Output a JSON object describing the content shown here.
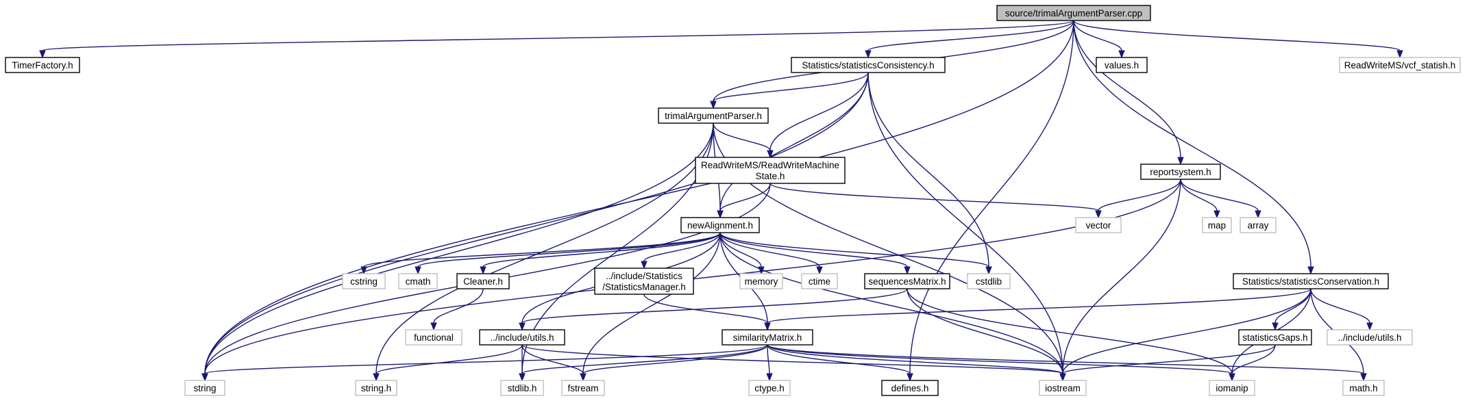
{
  "diagram": {
    "type": "include-dependency-graph",
    "colors": {
      "edge": "#191970",
      "root_fill": "#bfbfbf",
      "node_border": "#000000",
      "system_border": "#bfbfbf"
    },
    "nodes": [
      {
        "id": "root",
        "label": [
          "source/trimalArgumentParser.cpp"
        ],
        "kind": "root"
      },
      {
        "id": "timer",
        "label": [
          "TimerFactory.h"
        ],
        "kind": "std"
      },
      {
        "id": "statcons",
        "label": [
          "Statistics/statisticsConsistency.h"
        ],
        "kind": "std"
      },
      {
        "id": "values",
        "label": [
          "values.h"
        ],
        "kind": "std"
      },
      {
        "id": "vcf",
        "label": [
          "ReadWriteMS/vcf_statish.h"
        ],
        "kind": "sys"
      },
      {
        "id": "tap",
        "label": [
          "trimalArgumentParser.h"
        ],
        "kind": "std"
      },
      {
        "id": "rwms",
        "label": [
          "ReadWriteMS/ReadWriteMachine",
          "State.h"
        ],
        "kind": "std"
      },
      {
        "id": "report",
        "label": [
          "reportsystem.h"
        ],
        "kind": "std"
      },
      {
        "id": "vector",
        "label": [
          "vector"
        ],
        "kind": "sys"
      },
      {
        "id": "map",
        "label": [
          "map"
        ],
        "kind": "sys"
      },
      {
        "id": "array",
        "label": [
          "array"
        ],
        "kind": "sys"
      },
      {
        "id": "newaln",
        "label": [
          "newAlignment.h"
        ],
        "kind": "std"
      },
      {
        "id": "cstring",
        "label": [
          "cstring"
        ],
        "kind": "sys"
      },
      {
        "id": "cmath",
        "label": [
          "cmath"
        ],
        "kind": "sys"
      },
      {
        "id": "cleaner",
        "label": [
          "Cleaner.h"
        ],
        "kind": "std"
      },
      {
        "id": "statmgr",
        "label": [
          "../include/Statistics",
          "/StatisticsManager.h"
        ],
        "kind": "std"
      },
      {
        "id": "memory",
        "label": [
          "memory"
        ],
        "kind": "sys"
      },
      {
        "id": "ctime",
        "label": [
          "ctime"
        ],
        "kind": "sys"
      },
      {
        "id": "seqmat",
        "label": [
          "sequencesMatrix.h"
        ],
        "kind": "std"
      },
      {
        "id": "cstdlib",
        "label": [
          "cstdlib"
        ],
        "kind": "sys"
      },
      {
        "id": "statconsv",
        "label": [
          "Statistics/statisticsConservation.h"
        ],
        "kind": "std"
      },
      {
        "id": "functional",
        "label": [
          "functional"
        ],
        "kind": "sys"
      },
      {
        "id": "utils",
        "label": [
          "../include/utils.h"
        ],
        "kind": "std"
      },
      {
        "id": "simmat",
        "label": [
          "similarityMatrix.h"
        ],
        "kind": "std"
      },
      {
        "id": "statgaps",
        "label": [
          "statisticsGaps.h"
        ],
        "kind": "std"
      },
      {
        "id": "utils2",
        "label": [
          "../include/utils.h"
        ],
        "kind": "sys"
      },
      {
        "id": "string",
        "label": [
          "string"
        ],
        "kind": "sys"
      },
      {
        "id": "stringh",
        "label": [
          "string.h"
        ],
        "kind": "sys"
      },
      {
        "id": "stdlibh",
        "label": [
          "stdlib.h"
        ],
        "kind": "sys"
      },
      {
        "id": "fstream",
        "label": [
          "fstream"
        ],
        "kind": "sys"
      },
      {
        "id": "ctypeh",
        "label": [
          "ctype.h"
        ],
        "kind": "sys"
      },
      {
        "id": "defines",
        "label": [
          "defines.h"
        ],
        "kind": "std"
      },
      {
        "id": "iostream",
        "label": [
          "iostream"
        ],
        "kind": "sys"
      },
      {
        "id": "iomanip",
        "label": [
          "iomanip"
        ],
        "kind": "sys"
      },
      {
        "id": "mathh",
        "label": [
          "math.h"
        ],
        "kind": "sys"
      }
    ],
    "edges": [
      [
        "root",
        "timer"
      ],
      [
        "root",
        "string"
      ],
      [
        "root",
        "tap"
      ],
      [
        "root",
        "statcons"
      ],
      [
        "root",
        "values"
      ],
      [
        "root",
        "defines"
      ],
      [
        "root",
        "report"
      ],
      [
        "root",
        "statconsv"
      ],
      [
        "root",
        "vcf"
      ],
      [
        "statcons",
        "string"
      ],
      [
        "statcons",
        "tap"
      ],
      [
        "statcons",
        "rwms"
      ],
      [
        "statcons",
        "newaln"
      ],
      [
        "statcons",
        "cstdlib"
      ],
      [
        "statcons",
        "iostream"
      ],
      [
        "tap",
        "string"
      ],
      [
        "tap",
        "rwms"
      ],
      [
        "tap",
        "newaln"
      ],
      [
        "tap",
        "stringh"
      ],
      [
        "tap",
        "stdlibh"
      ],
      [
        "tap",
        "iostream"
      ],
      [
        "rwms",
        "string"
      ],
      [
        "rwms",
        "newaln"
      ],
      [
        "rwms",
        "vector"
      ],
      [
        "report",
        "string"
      ],
      [
        "report",
        "vector"
      ],
      [
        "report",
        "map"
      ],
      [
        "report",
        "array"
      ],
      [
        "report",
        "iostream"
      ],
      [
        "newaln",
        "cstring"
      ],
      [
        "newaln",
        "cmath"
      ],
      [
        "newaln",
        "cleaner"
      ],
      [
        "newaln",
        "statmgr"
      ],
      [
        "newaln",
        "memory"
      ],
      [
        "newaln",
        "ctime"
      ],
      [
        "newaln",
        "seqmat"
      ],
      [
        "newaln",
        "cstdlib"
      ],
      [
        "newaln",
        "utils"
      ],
      [
        "newaln",
        "fstream"
      ],
      [
        "newaln",
        "simmat"
      ],
      [
        "newaln",
        "iostream"
      ],
      [
        "cleaner",
        "functional"
      ],
      [
        "statmgr",
        "simmat"
      ],
      [
        "seqmat",
        "utils"
      ],
      [
        "seqmat",
        "iostream"
      ],
      [
        "seqmat",
        "iomanip"
      ],
      [
        "utils",
        "stringh"
      ],
      [
        "utils",
        "stdlibh"
      ],
      [
        "utils",
        "fstream"
      ],
      [
        "utils",
        "iostream"
      ],
      [
        "simmat",
        "string"
      ],
      [
        "simmat",
        "stdlibh"
      ],
      [
        "simmat",
        "fstream"
      ],
      [
        "simmat",
        "ctypeh"
      ],
      [
        "simmat",
        "defines"
      ],
      [
        "simmat",
        "iostream"
      ],
      [
        "simmat",
        "iomanip"
      ],
      [
        "simmat",
        "mathh"
      ],
      [
        "statconsv",
        "simmat"
      ],
      [
        "statconsv",
        "statgaps"
      ],
      [
        "statconsv",
        "utils2"
      ],
      [
        "statconsv",
        "iostream"
      ],
      [
        "statconsv",
        "iomanip"
      ],
      [
        "statconsv",
        "mathh"
      ],
      [
        "statgaps",
        "iostream"
      ],
      [
        "statgaps",
        "iomanip"
      ]
    ]
  }
}
